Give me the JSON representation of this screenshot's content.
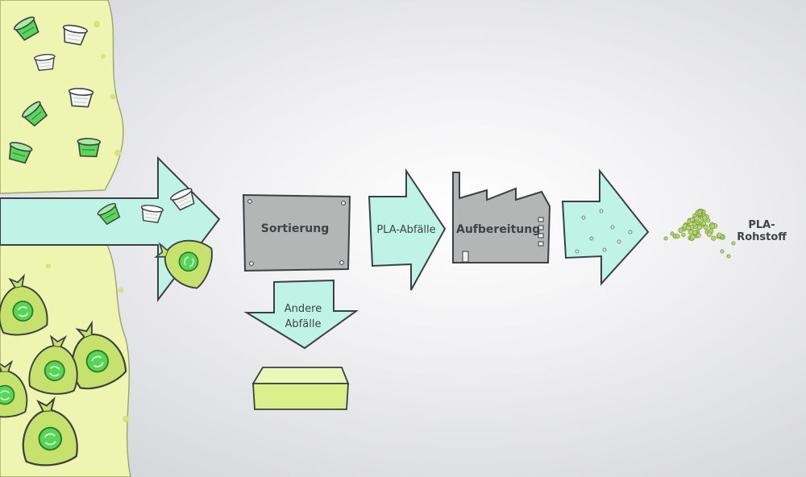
{
  "steps": {
    "sorting": "Sortierung",
    "pla_waste": "PLA-Abfälle",
    "processing": "Aufbereitung",
    "other_waste_line1": "Andere",
    "other_waste_line2": "Abfälle",
    "raw_material_line1": "PLA-",
    "raw_material_line2": "Rohstoff"
  },
  "colors": {
    "waste_zone": "#eef5b0",
    "arrow_fill": "#bff3e6",
    "machine_fill": "#b4b6b5",
    "bin_fill": "#dbef8a",
    "bag_fill": "#c6e26c",
    "cup_green": "#5ad65a",
    "pellet": "#b2d76a",
    "outline": "#3c4044"
  },
  "icons": [
    "yogurt-cup-icon",
    "waste-bag-icon",
    "recycle-symbol-icon",
    "factory-icon",
    "pellet-pile-icon"
  ]
}
